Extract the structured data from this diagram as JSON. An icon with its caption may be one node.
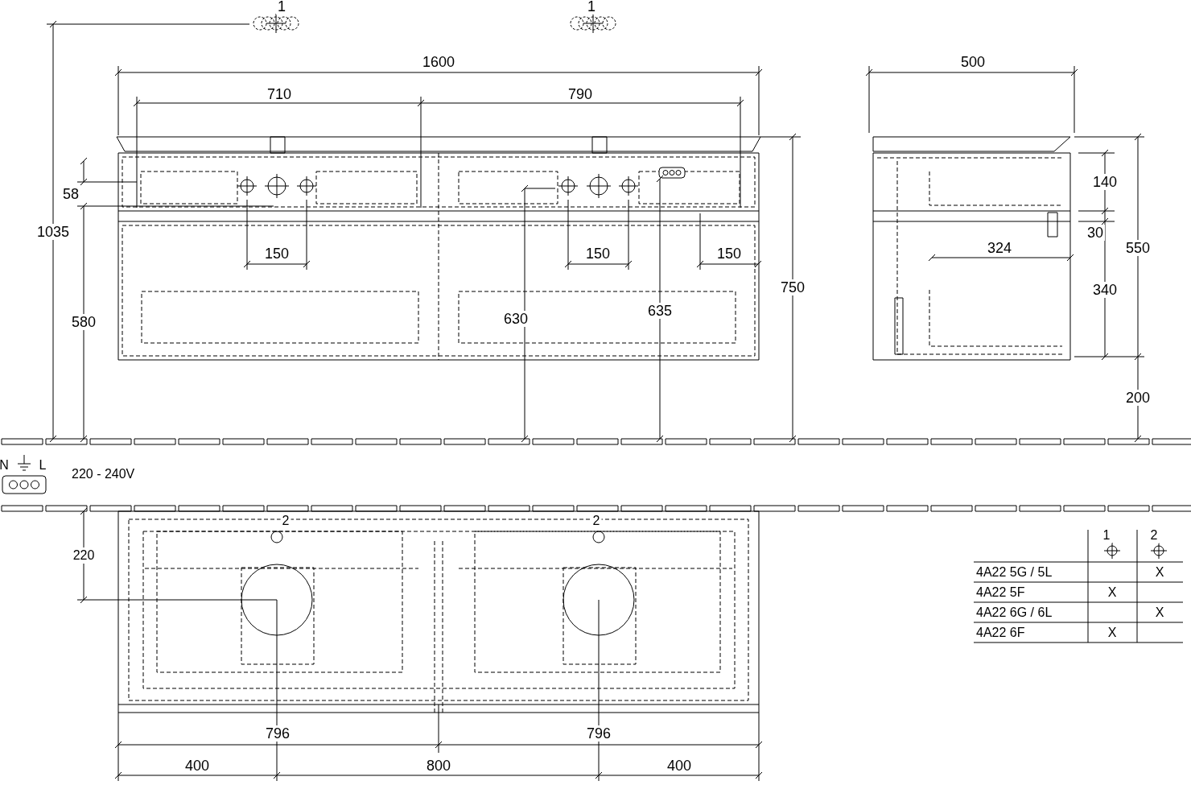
{
  "diagram": {
    "labels": [
      "1",
      "1",
      "1600",
      "500",
      "710",
      "790",
      "140",
      "58",
      "1035",
      "30",
      "324",
      "550",
      "150",
      "150",
      "150",
      "750",
      "340",
      "580",
      "630",
      "635",
      "200",
      "N",
      "L",
      "220 - 240V",
      "2",
      "2",
      "220",
      "1",
      "2",
      "4A22 5G / 5L",
      "X",
      "4A22 5F",
      "X",
      "4A22 6G / 6L",
      "X",
      "4A22 6F",
      "X",
      "796",
      "796",
      "400",
      "800",
      "400"
    ]
  }
}
